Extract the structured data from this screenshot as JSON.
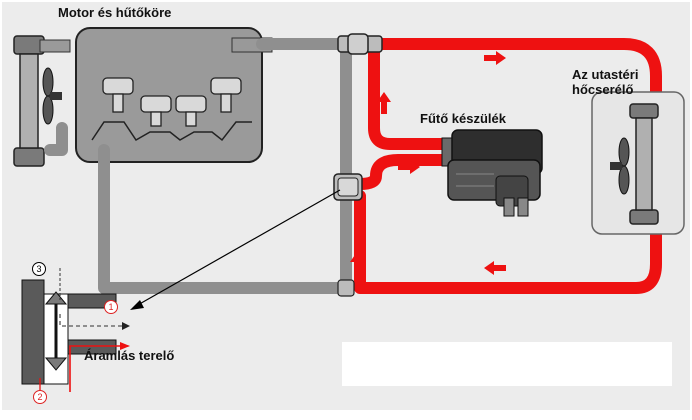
{
  "labels": {
    "engine_cooling_circuit": "Motor és hűtőköre",
    "heater_unit": "Fűtő készülék",
    "passenger_heat_exchanger": "Az utastéri hőcserélő",
    "flow_diverter": "Áramlás terelő"
  },
  "port_numbers": {
    "port_1": "1",
    "port_2": "2",
    "port_3": "3"
  },
  "colors": {
    "hot_coolant": "#ee1111",
    "cold_coolant": "#8f8f8f",
    "background": "#ececec",
    "component_body": "#909090",
    "frame": "#2a2a2a"
  }
}
